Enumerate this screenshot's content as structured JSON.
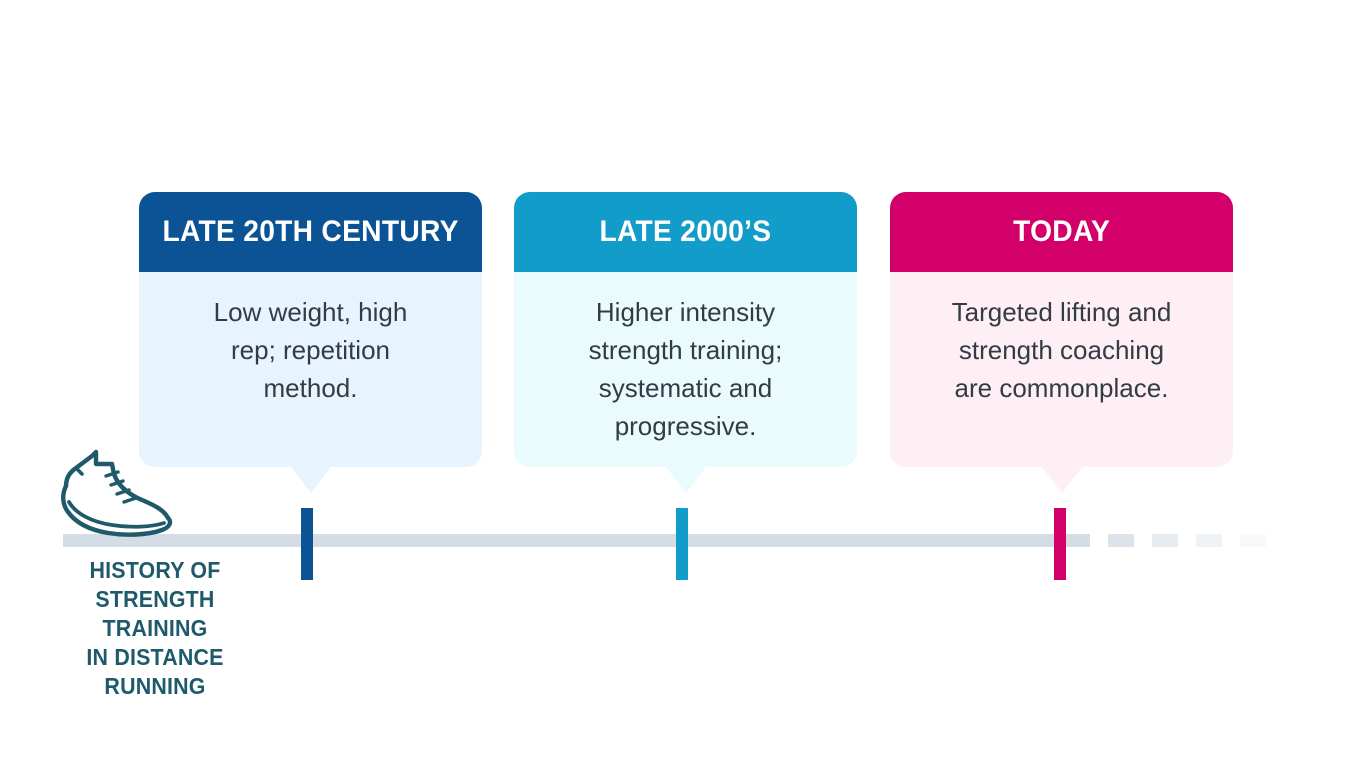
{
  "timeline": {
    "title": "HISTORY OF\nSTRENGTH TRAINING\nIN DISTANCE\nRUNNING",
    "icon": "running-shoe-icon",
    "axis_color": "#d4dce6",
    "title_color": "#1f5a6b",
    "trailing_dashes": 4,
    "entries": [
      {
        "label": "LATE 20TH CENTURY",
        "text": "Low weight, high\nrep; repetition\nmethod.",
        "header_color": "#0b5394",
        "body_color": "#e8f4fd",
        "marker_color": "#0b5394"
      },
      {
        "label": "LATE 2000’S",
        "text": "Higher intensity\nstrength training;\nsystematic and\nprogressive.",
        "header_color": "#119cc9",
        "body_color": "#eafbfd",
        "marker_color": "#119cc9"
      },
      {
        "label": "TODAY",
        "text": "Targeted lifting and\nstrength coaching\nare commonplace.",
        "header_color": "#d4006a",
        "body_color": "#fdeff4",
        "marker_color": "#d4006a"
      }
    ]
  }
}
